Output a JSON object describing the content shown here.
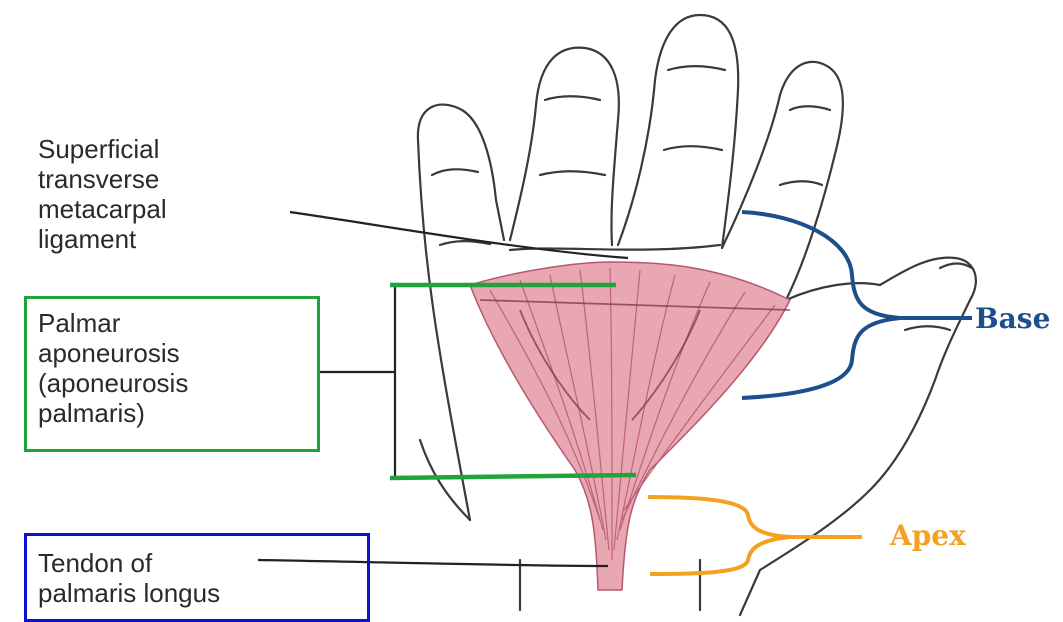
{
  "labels": {
    "ligament": [
      "Superficial",
      "transverse",
      "metacarpal",
      "ligament"
    ],
    "aponeurosis": [
      "Palmar",
      "aponeurosis",
      "(aponeurosis",
      "palmaris)"
    ],
    "tendon": [
      "Tendon of",
      "palmaris longus"
    ]
  },
  "tags": {
    "base": "Base",
    "apex": "Apex"
  },
  "colors": {
    "base": "#1c4f8c",
    "apex": "#f5a020",
    "green_box": "#1fa33a",
    "blue_box": "#1010d0",
    "aponeurosis_fill": "#e9a6b3",
    "aponeurosis_line": "#b5596d",
    "outline": "#3a3a3a"
  }
}
